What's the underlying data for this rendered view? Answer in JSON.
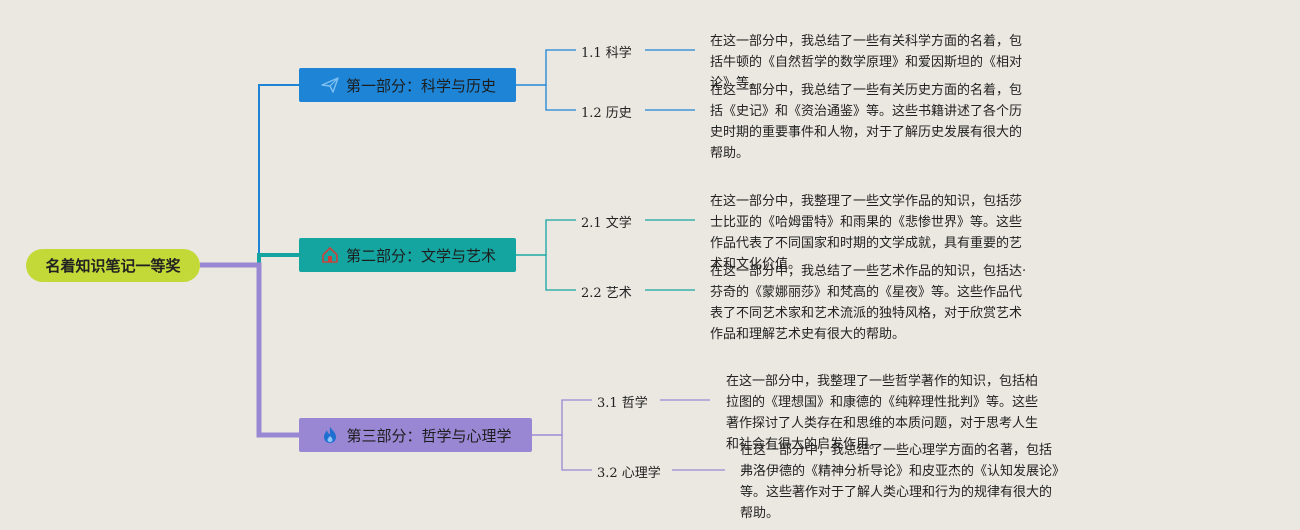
{
  "root": {
    "label": "名着知识笔记一等奖"
  },
  "branches": [
    {
      "label": "第一部分：科学与历史",
      "icon": "paper-plane-icon",
      "color": "#1d84d6",
      "subs": [
        {
          "label": "1.1 科学",
          "text": "在这一部分中，我总结了一些有关科学方面的名着，包括牛顿的《自然哲学的数学原理》和爱因斯坦的《相对论》等。"
        },
        {
          "label": "1.2 历史",
          "text": "在这一部分中，我总结了一些有关历史方面的名着，包括《史记》和《资治通鉴》等。这些书籍讲述了各个历史时期的重要事件和人物，对于了解历史发展有很大的帮助。"
        }
      ]
    },
    {
      "label": "第二部分：文学与艺术",
      "icon": "house-icon",
      "color": "#15a5a1",
      "subs": [
        {
          "label": "2.1 文学",
          "text": "在这一部分中，我整理了一些文学作品的知识，包括莎士比亚的《哈姆雷特》和雨果的《悲惨世界》等。这些作品代表了不同国家和时期的文学成就，具有重要的艺术和文化价值。"
        },
        {
          "label": "2.2 艺术",
          "text": "在这一部分中，我总结了一些艺术作品的知识，包括达·芬奇的《蒙娜丽莎》和梵高的《星夜》等。这些作品代表了不同艺术家和艺术流派的独特风格，对于欣赏艺术作品和理解艺术史有很大的帮助。"
        }
      ]
    },
    {
      "label": "第三部分：哲学与心理学",
      "icon": "flame-icon",
      "color": "#9a87d4",
      "subs": [
        {
          "label": "3.1 哲学",
          "text": "在这一部分中，我整理了一些哲学著作的知识，包括柏拉图的《理想国》和康德的《纯粹理性批判》等。这些著作探讨了人类存在和思维的本质问题，对于思考人生和社会有很大的启发作用。"
        },
        {
          "label": "3.2 心理学",
          "text": "在这一部分中，我总结了一些心理学方面的名著，包括弗洛伊德的《精神分析导论》和皮亚杰的《认知发展论》等。这些著作对于了解人类心理和行为的规律有很大的帮助。"
        }
      ]
    }
  ]
}
